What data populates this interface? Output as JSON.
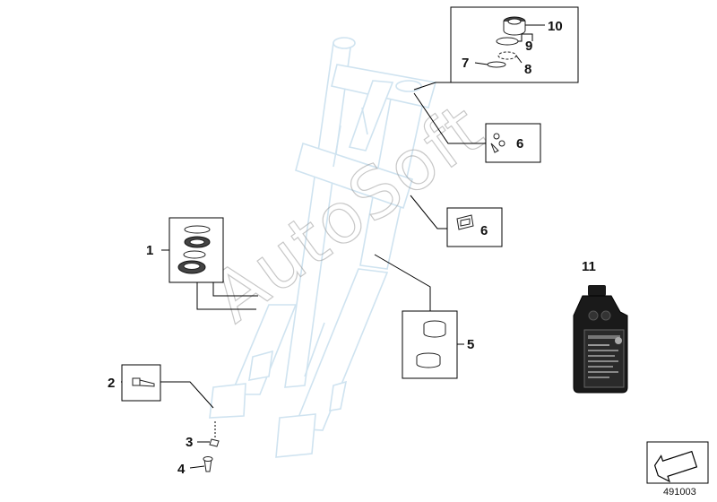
{
  "callouts": {
    "c1": "1",
    "c2": "2",
    "c3": "3",
    "c4": "4",
    "c5": "5",
    "c6a": "6",
    "c6b": "6",
    "c7": "7",
    "c8": "8",
    "c9": "9",
    "c10": "10",
    "c11": "11"
  },
  "watermark": "AutoSoft",
  "catalog_number": "491003",
  "colors": {
    "fork_outline": "#cfe3f0",
    "leader": "#000000",
    "bottle": "#1a1a1a"
  },
  "icons": {
    "navigation": "arrow-icon"
  }
}
